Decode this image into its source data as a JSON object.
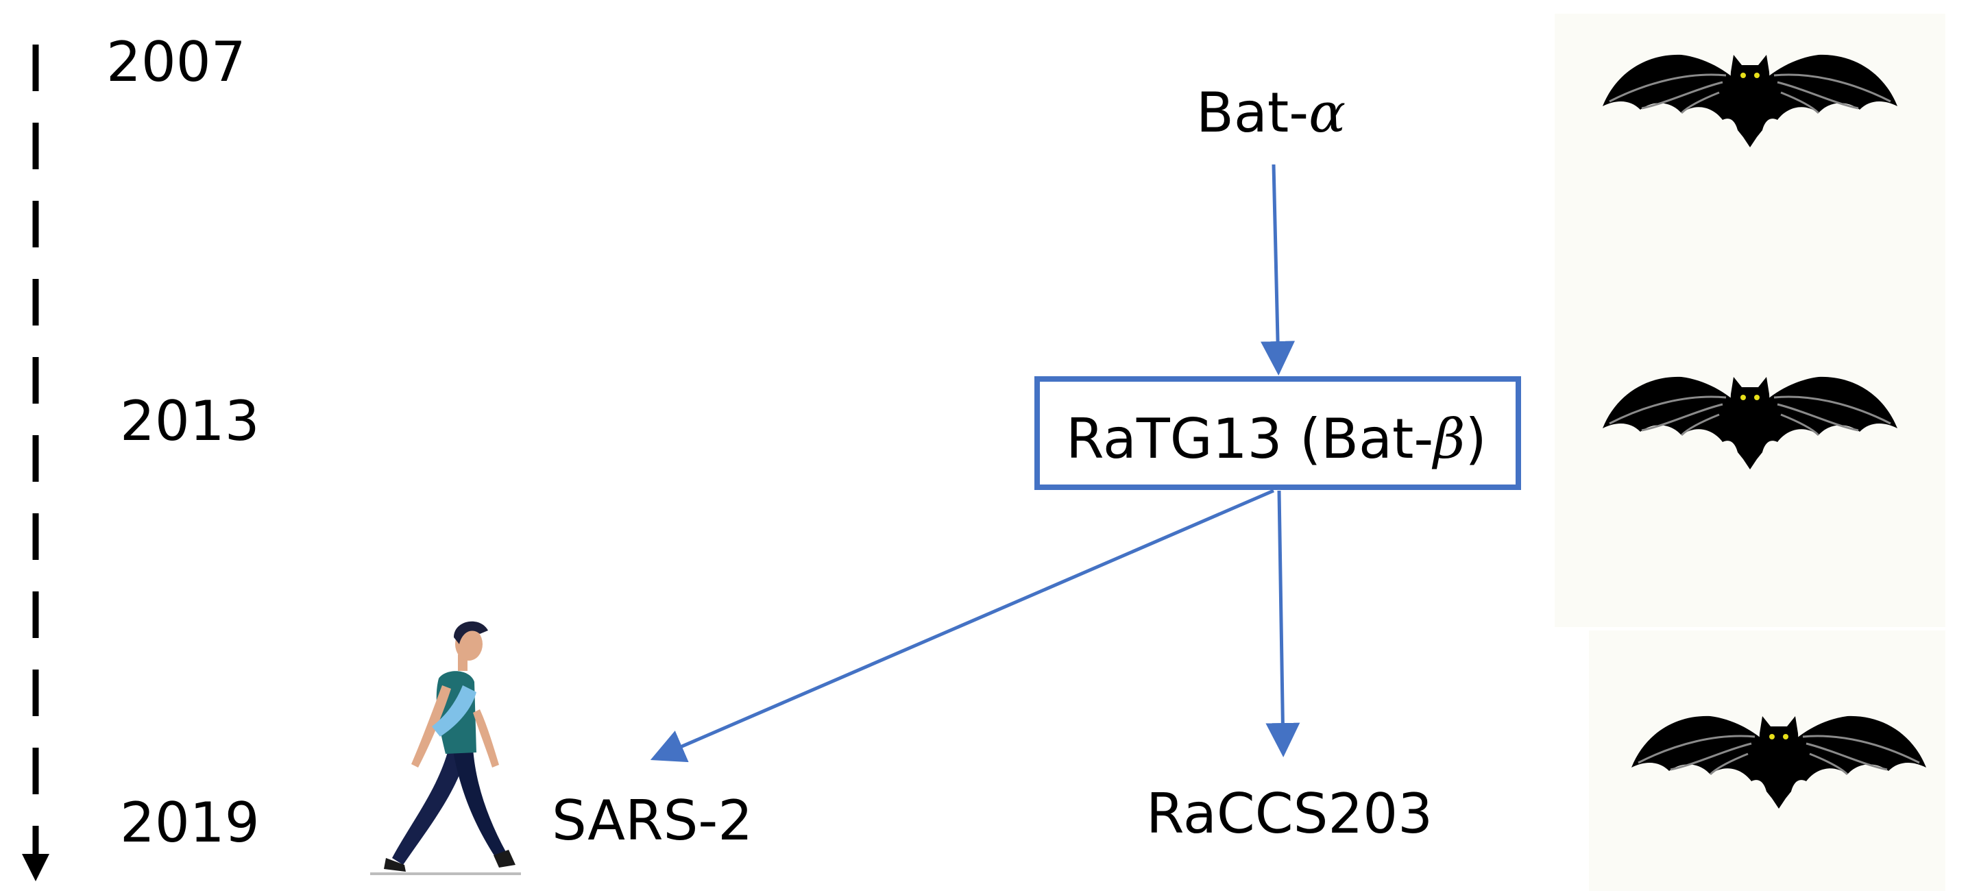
{
  "timeline": {
    "years": [
      "2007",
      "2013",
      "2019"
    ]
  },
  "nodes": {
    "bat_alpha": {
      "prefix": "Bat-",
      "greek": "α"
    },
    "ratg13": {
      "prefix": "RaTG13 (Bat-",
      "greek": "β",
      "suffix": ")"
    },
    "sars2": {
      "label": "SARS-2"
    },
    "raccs203": {
      "label": "RaCCS203"
    }
  },
  "edges": [
    {
      "from": "Bat-α",
      "to": "RaTG13 (Bat-β)"
    },
    {
      "from": "RaTG13 (Bat-β)",
      "to": "SARS-2"
    },
    {
      "from": "RaTG13 (Bat-β)",
      "to": "RaCCS203"
    }
  ],
  "colors": {
    "arrow": "#4472c4",
    "box_border": "#4472c4",
    "timeline": "#000000",
    "bat": "#000000",
    "bat_eyes": "#e8e01a",
    "bat_panel": "#fbfbf6"
  },
  "icons": {
    "bats": [
      "bat-icon",
      "bat-icon",
      "bat-icon"
    ],
    "person": "walking-person-icon"
  }
}
